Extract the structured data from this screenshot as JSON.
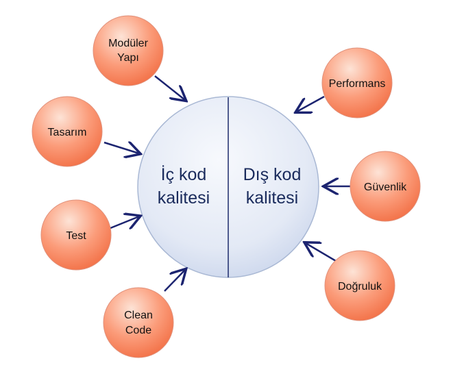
{
  "center": {
    "inner_line1": "İç kod",
    "inner_line2": "kalitesi",
    "outer_line1": "Dış kod",
    "outer_line2": "kalitesi"
  },
  "nodes": [
    {
      "id": "moduler-yapi",
      "line1": "Modüler",
      "line2": "Yapı"
    },
    {
      "id": "tasarim",
      "line1": "Tasarım",
      "line2": ""
    },
    {
      "id": "test",
      "line1": "Test",
      "line2": ""
    },
    {
      "id": "clean-code",
      "line1": "Clean",
      "line2": "Code"
    },
    {
      "id": "performans",
      "line1": "Performans",
      "line2": ""
    },
    {
      "id": "guvenlik",
      "line1": "Güvenlik",
      "line2": ""
    },
    {
      "id": "dogruluk",
      "line1": "Doğruluk",
      "line2": ""
    }
  ],
  "colors": {
    "node_fill": "#f7845e",
    "node_highlight": "#fde3d6",
    "node_stroke": "#e0907a",
    "center_fill": "#dfe6f4",
    "center_highlight": "#f7f9fd",
    "center_stroke": "#a9b8d4",
    "divider": "#1c2a6b",
    "arrow": "#1c2470"
  }
}
